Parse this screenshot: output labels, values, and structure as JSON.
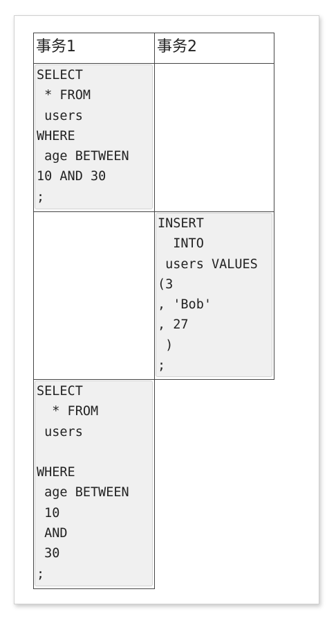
{
  "table": {
    "headers": [
      "事务1",
      "事务2"
    ],
    "transaction1_query1": "SELECT\n * FROM\n users\nWHERE\n age BETWEEN\n10 AND 30\n;",
    "transaction2_insert": "INSERT\n  INTO\n users VALUES\n(3\n, 'Bob'\n, 27\n )\n;",
    "transaction1_query2": "SELECT\n  * FROM\n users\n\nWHERE\n age BETWEEN\n 10\n AND\n 30\n;"
  }
}
